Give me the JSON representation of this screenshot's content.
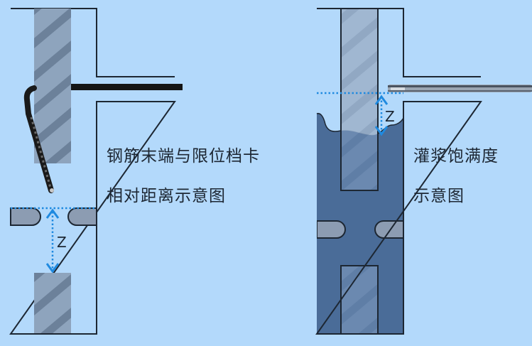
{
  "left_diagram": {
    "title_line1": "钢筋末端与限位档卡",
    "title_line2": "相对距离示意图",
    "dimension_label": "Z"
  },
  "right_diagram": {
    "title_line1": "灌浆饱满度",
    "title_line2": "示意图",
    "dimension_label": "Z"
  },
  "colors": {
    "background": "#b3d9fb",
    "outline": "#1d2733",
    "rebar_fill": "#8ea4bd",
    "rebar_stripe": "#6c819a",
    "grout": "#4a6c98",
    "stopper": "#8c9cb2",
    "dimension": "#1f8ae0"
  }
}
